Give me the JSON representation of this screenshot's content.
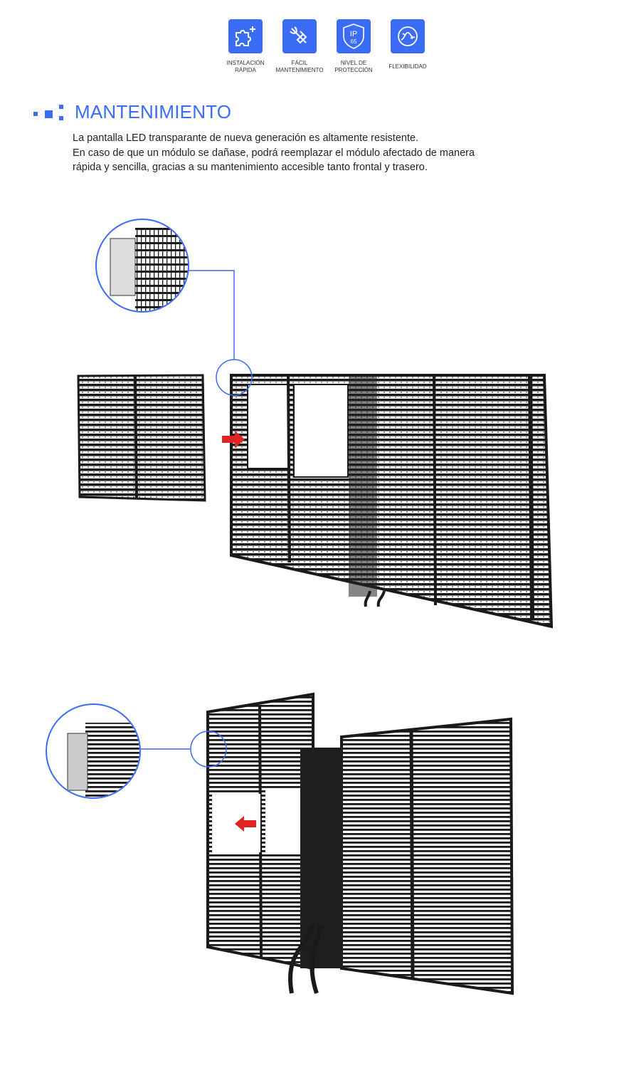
{
  "features": [
    {
      "icon": "puzzle-plus-icon",
      "label_line1": "INSTALACIÓN",
      "label_line2": "RÁPIDA"
    },
    {
      "icon": "wrench-brush-icon",
      "label_line1": "FÁCIL",
      "label_line2": "MANTENIMIENTO"
    },
    {
      "icon": "ip65-shield-icon",
      "label_line1": "NIVEL DE",
      "label_line2": "PROTECCIÓN",
      "badge_top": "IP",
      "badge_bottom": "65"
    },
    {
      "icon": "flex-curve-icon",
      "label_line1": "FLEXIBILIDAD",
      "label_line2": ""
    }
  ],
  "section": {
    "title": "MANTENIMIENTO",
    "paragraph_lines": [
      "La pantalla LED transparante de nueva generación es altamente resistente.",
      "En caso de que un módulo se dañase, podrá reemplazar el módulo afectado de manera",
      "rápida y sencilla, gracias a su mantenimiento accesible tanto frontal y trasero."
    ]
  },
  "colors": {
    "accent": "#3b6cf5",
    "arrow": "#e02424",
    "panel": "#1a1a1a"
  }
}
